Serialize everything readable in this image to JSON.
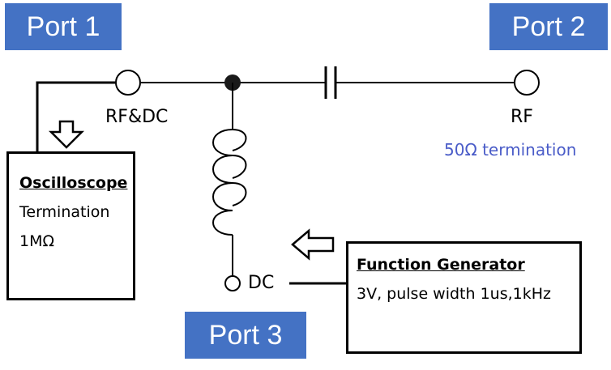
{
  "ports": {
    "port1": "Port 1",
    "port2": "Port 2",
    "port3": "Port 3"
  },
  "terminals": {
    "rfdc": "RF&DC",
    "rf": "RF",
    "dc": "DC"
  },
  "rf_termination_note": "50Ω termination",
  "oscilloscope": {
    "title": "Oscilloscope",
    "line1": "Termination",
    "line2": "1MΩ"
  },
  "function_generator": {
    "title": "Function Generator",
    "line1": "3V, pulse width 1us,1kHz"
  },
  "colors": {
    "port_label_bg": "#4472C4",
    "note_text": "#4a5cc8"
  }
}
